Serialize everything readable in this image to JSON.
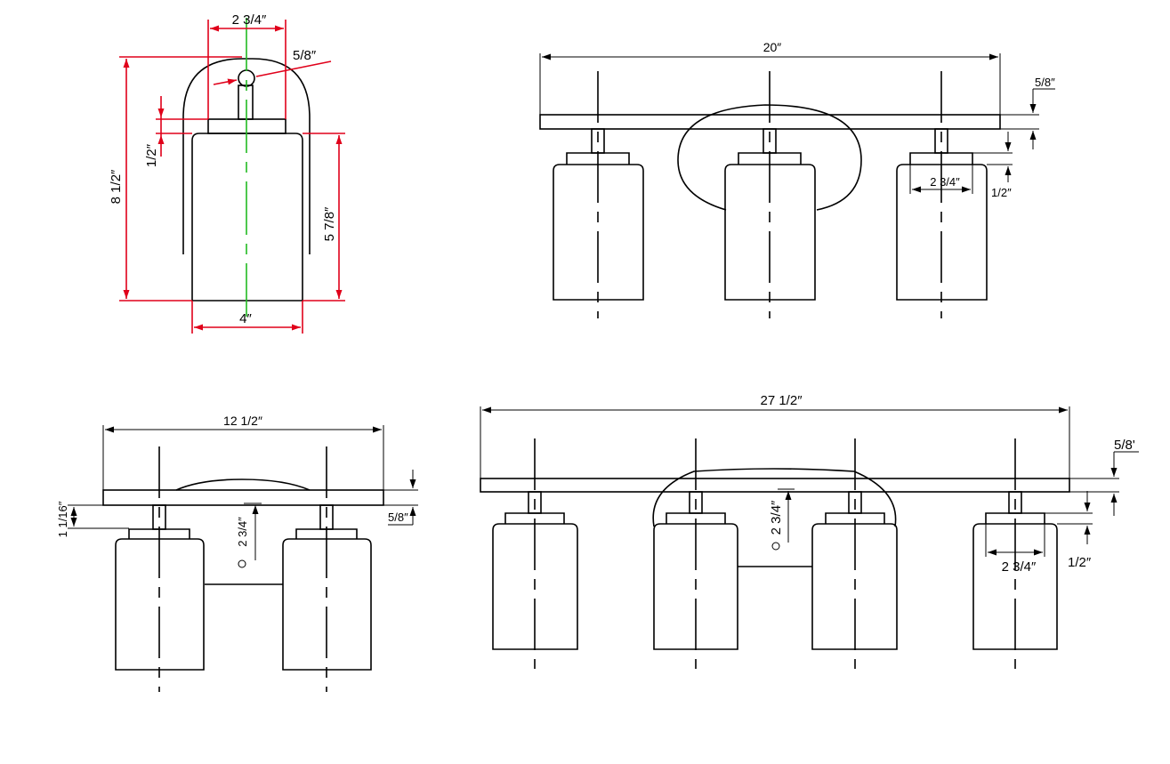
{
  "side_view": {
    "width_top": "2 3/4″",
    "tube": "5/8″",
    "height_total": "8 1/2″",
    "gap": "1/2″",
    "shade_height": "5 7/8″",
    "shade_width": "4″"
  },
  "three_light": {
    "length": "20″",
    "bar": "5/8″",
    "cap_width": "2 3/4″",
    "cap_gap": "1/2″"
  },
  "two_light": {
    "length": "12 1/2″",
    "offset": "1 1/16″",
    "bar": "5/8″",
    "mount": "2 3/4″"
  },
  "four_light": {
    "length": "27 1/2″",
    "bar": "5/8'",
    "mount": "2 3/4″",
    "cap_width": "2 3/4″",
    "cap_gap": "1/2″"
  }
}
